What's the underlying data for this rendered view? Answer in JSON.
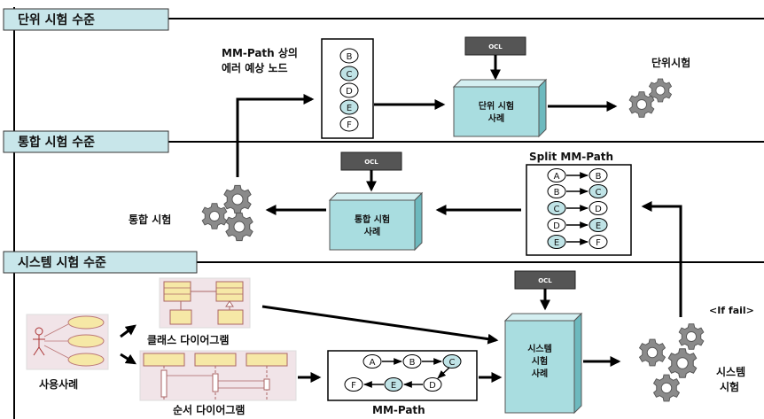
{
  "levels": {
    "unit": "단위 시험 수준",
    "integration": "통합 시험 수준",
    "system": "시스템 시험 수준"
  },
  "ocl_label": "OCL",
  "unit": {
    "nodes_caption_line1": "MM-Path 상의",
    "nodes_caption_line2": "에러 예상 노드",
    "nodes": [
      "B",
      "C",
      "D",
      "E",
      "F"
    ],
    "highlighted_nodes": [
      "C",
      "E"
    ],
    "case_line1": "단위 시험",
    "case_line2": "사례",
    "result_label": "단위시험"
  },
  "integration": {
    "split_title": "Split MM-Path",
    "split_pairs": [
      [
        "A",
        "B"
      ],
      [
        "B",
        "C"
      ],
      [
        "C",
        "D"
      ],
      [
        "D",
        "E"
      ],
      [
        "E",
        "F"
      ]
    ],
    "case_line1": "통합 시험",
    "case_line2": "사례",
    "result_label": "통합 시험"
  },
  "system": {
    "usecase_label": "사용사례",
    "class_diagram_label": "클래스 다이어그램",
    "sequence_diagram_label": "순서 다이어그램",
    "mmpath_label": "MM-Path",
    "mmpath_top": [
      "A",
      "B",
      "C"
    ],
    "mmpath_bottom": [
      "F",
      "E",
      "D"
    ],
    "case_line1": "시스템",
    "case_line2": "시험",
    "case_line3": "사례",
    "result_line1": "시스템",
    "result_line2": "시험",
    "fail_label": "<If fail>"
  },
  "colors": {
    "highlight": "#bfe3e6",
    "case_front": "#a9dde0",
    "case_side": "#6db9be",
    "case_top": "#d4eff1",
    "ocl": "#555555",
    "gear": "#8a8a8a",
    "uml_fill": "#f6e8a6",
    "uml_bg": "#f1e4e8"
  }
}
